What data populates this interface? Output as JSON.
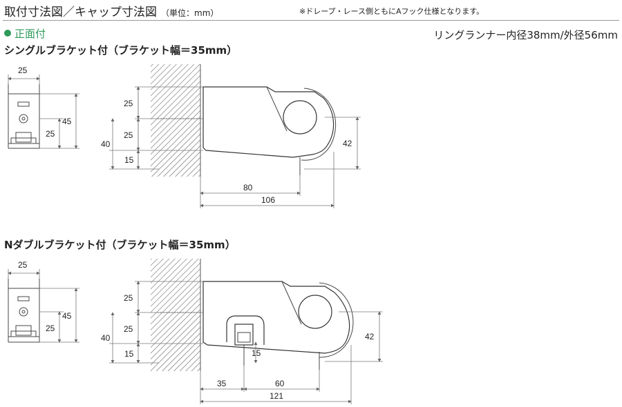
{
  "header": {
    "title": "取付寸法図／キャップ寸法図",
    "unit": "（単位：mm）",
    "note": "※ドレープ・レース側ともにAフック仕様となります。"
  },
  "mount_label": "正面付",
  "runner_spec": "リングランナー内径38mm/外径56mm",
  "sections": [
    {
      "title": "シングルブラケット付（ブラケット幅＝35mm）",
      "cap_dims": [
        "25",
        "45",
        "25"
      ],
      "side_dims": [
        "25",
        "25",
        "15",
        "40",
        "42",
        "80",
        "106"
      ]
    },
    {
      "title": "Nダブルブラケット付（ブラケット幅＝35mm）",
      "cap_dims": [
        "25",
        "45",
        "25"
      ],
      "side_dims": [
        "25",
        "25",
        "15",
        "40",
        "42",
        "35",
        "60",
        "15",
        "121"
      ]
    }
  ],
  "colors": {
    "accent": "#2d9a5a",
    "hatch": "#555555",
    "line": "#333333"
  }
}
